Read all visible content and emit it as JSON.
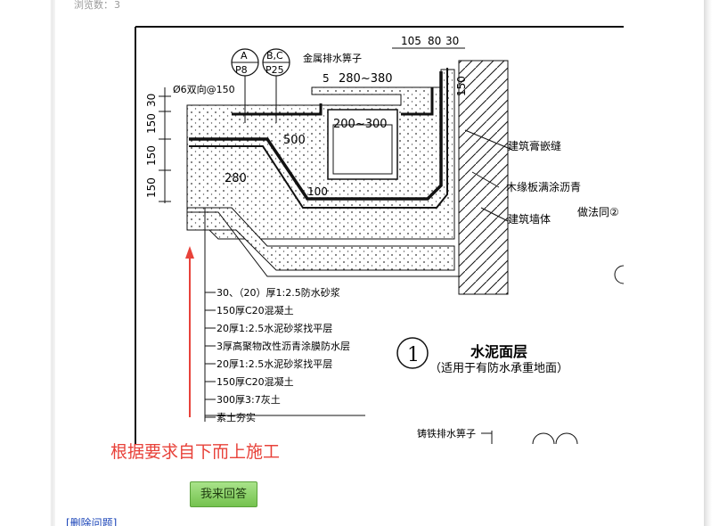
{
  "views": {
    "label": "浏览数：",
    "count": "3"
  },
  "drawing": {
    "dims_top": [
      "105",
      "80",
      "30"
    ],
    "grate_label": "金属排水箅子",
    "callout_a": {
      "top": "A",
      "bottom": "P8"
    },
    "callout_bc": {
      "top": "B,C",
      "bottom": "P25"
    },
    "rebar_label": "Ø6双向@150",
    "dim_5": "5",
    "dim_280_380": "280~380",
    "dim_200_300": "200~300",
    "dim_150_v": "150",
    "dim_30_left": "30",
    "dim_150_a": "150",
    "dim_150_b": "150",
    "dim_150_c": "150",
    "dim_500": "500",
    "dim_280": "280",
    "dim_100": "100",
    "right_labels": [
      "建筑膏嵌缝",
      "木缘板满涂沥青",
      "建筑墙体"
    ],
    "same_as": "做法同②",
    "layers": [
      "30、（20）厚1:2.5防水砂浆",
      "150厚C20混凝土",
      "20厚1:2.5水泥砂浆找平层",
      "3厚高聚物改性沥青涂膜防水层",
      "20厚1:2.5水泥砂浆找平层",
      "150厚C20混凝土",
      "300厚3:7灰土",
      "素土夯实"
    ],
    "section_no": "1",
    "section_title": "水泥面层",
    "section_sub": "（适用于有防水承重地面）",
    "bottom_label": "铸铁排水箅子"
  },
  "note": "根据要求自下而上施工",
  "answer_button": "我来回答",
  "delete_link": "[删除问题]",
  "colors": {
    "note": "#e8423a",
    "button": "#8fd56b",
    "link": "#1a44b8"
  }
}
